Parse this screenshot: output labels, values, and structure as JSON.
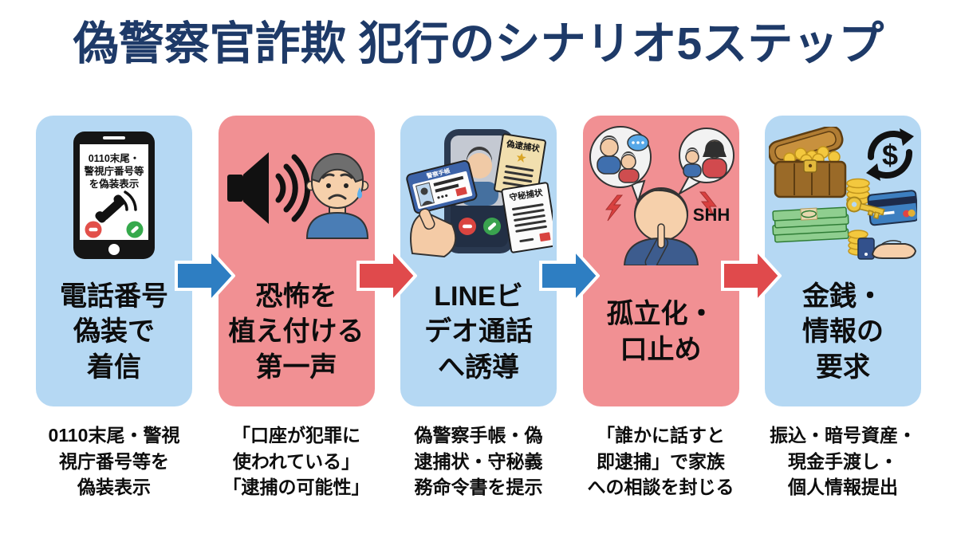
{
  "header": {
    "title": "偽警察官詐欺 犯行のシナリオ5ステップ"
  },
  "colors": {
    "title_text": "#1e3a68",
    "card_blue": "#b5d8f3",
    "card_red": "#f19093",
    "arrow_blue": "#2e7ec2",
    "arrow_red": "#e04a4c"
  },
  "steps": [
    {
      "title": "電話番号\n偽装で\n着信",
      "caption": "0110末尾・警視\n視庁番号等を\n偽装表示",
      "card_color": "blue",
      "icon": "spoofed-caller-phone-icon",
      "phone_lines": [
        "0110末尾・",
        "警視庁番号等",
        "を偽装表示"
      ]
    },
    {
      "title": "恐怖を\n植え付ける\n第一声",
      "caption": "「口座が犯罪に\n使われている」\n「逮捕の可能性」",
      "card_color": "red",
      "icon": "loudspeaker-scared-man-icon"
    },
    {
      "title": "LINEビ\nデオ通話\nへ誘導",
      "caption": "偽警察手帳・偽\n逮捕状・守秘義\n務命令書を提示",
      "card_color": "blue",
      "icon": "video-call-fake-documents-icon",
      "doc1_label": "偽逮捕状",
      "doc2_label": "守秘捕状",
      "id_card_label": "警察手帳"
    },
    {
      "title": "孤立化・\n口止め",
      "caption": "「誰かに話すと\n即逮捕」で家族\nへの相談を封じる",
      "card_color": "red",
      "icon": "shushing-man-icon",
      "shh_text": "SHH"
    },
    {
      "title": "金銭・\n情報の\n要求",
      "caption": "振込・暗号資産・\n現金手渡し・\n個人情報提出",
      "card_color": "blue",
      "icon": "money-assets-icon",
      "dollar_symbol": "$"
    }
  ],
  "arrows": [
    {
      "direction": "right",
      "color": "#2e7ec2"
    },
    {
      "direction": "right",
      "color": "#e04a4c"
    },
    {
      "direction": "right",
      "color": "#2e7ec2"
    },
    {
      "direction": "right",
      "color": "#e04a4c"
    }
  ]
}
